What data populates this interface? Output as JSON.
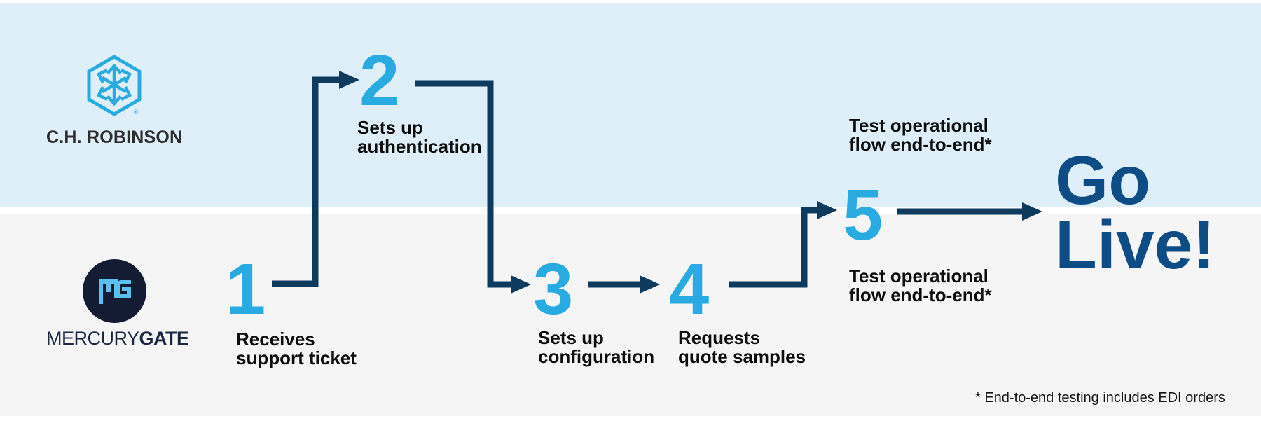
{
  "lanes": {
    "top": {
      "company": "C.H. ROBINSON",
      "registered_mark": "®"
    },
    "bottom": {
      "company_primary": "MERCURY",
      "company_secondary": "GATE"
    }
  },
  "steps": [
    {
      "number": "1",
      "label_line1": "Receives",
      "label_line2": "support ticket"
    },
    {
      "number": "2",
      "label_line1": "Sets up",
      "label_line2": "authentication"
    },
    {
      "number": "3",
      "label_line1": "Sets up",
      "label_line2": "configuration"
    },
    {
      "number": "4",
      "label_line1": "Requests",
      "label_line2": "quote samples"
    },
    {
      "number": "5",
      "label_top_line1": "Test operational",
      "label_top_line2": "flow end-to-end*",
      "label_bottom_line1": "Test operational",
      "label_bottom_line2": "flow end-to-end*"
    }
  ],
  "outcome": {
    "line1": "Go",
    "line2": "Live!"
  },
  "footnote": "* End-to-end testing includes EDI orders",
  "colors": {
    "top_band": "#DFEFF9",
    "bottom_band": "#F5F5F6",
    "divider": "#FFFFFF",
    "step_number": "#29ABE2",
    "arrow": "#0E3A5E",
    "go_live": "#0E4C86",
    "label_text": "#0D0D0D",
    "chr_logo_blue": "#29ABE2",
    "chr_text": "#2E2E2E",
    "mg_circle": "#131C33",
    "mg_monogram": "#5BC0EE",
    "mg_wordmark": "#1B2740"
  }
}
